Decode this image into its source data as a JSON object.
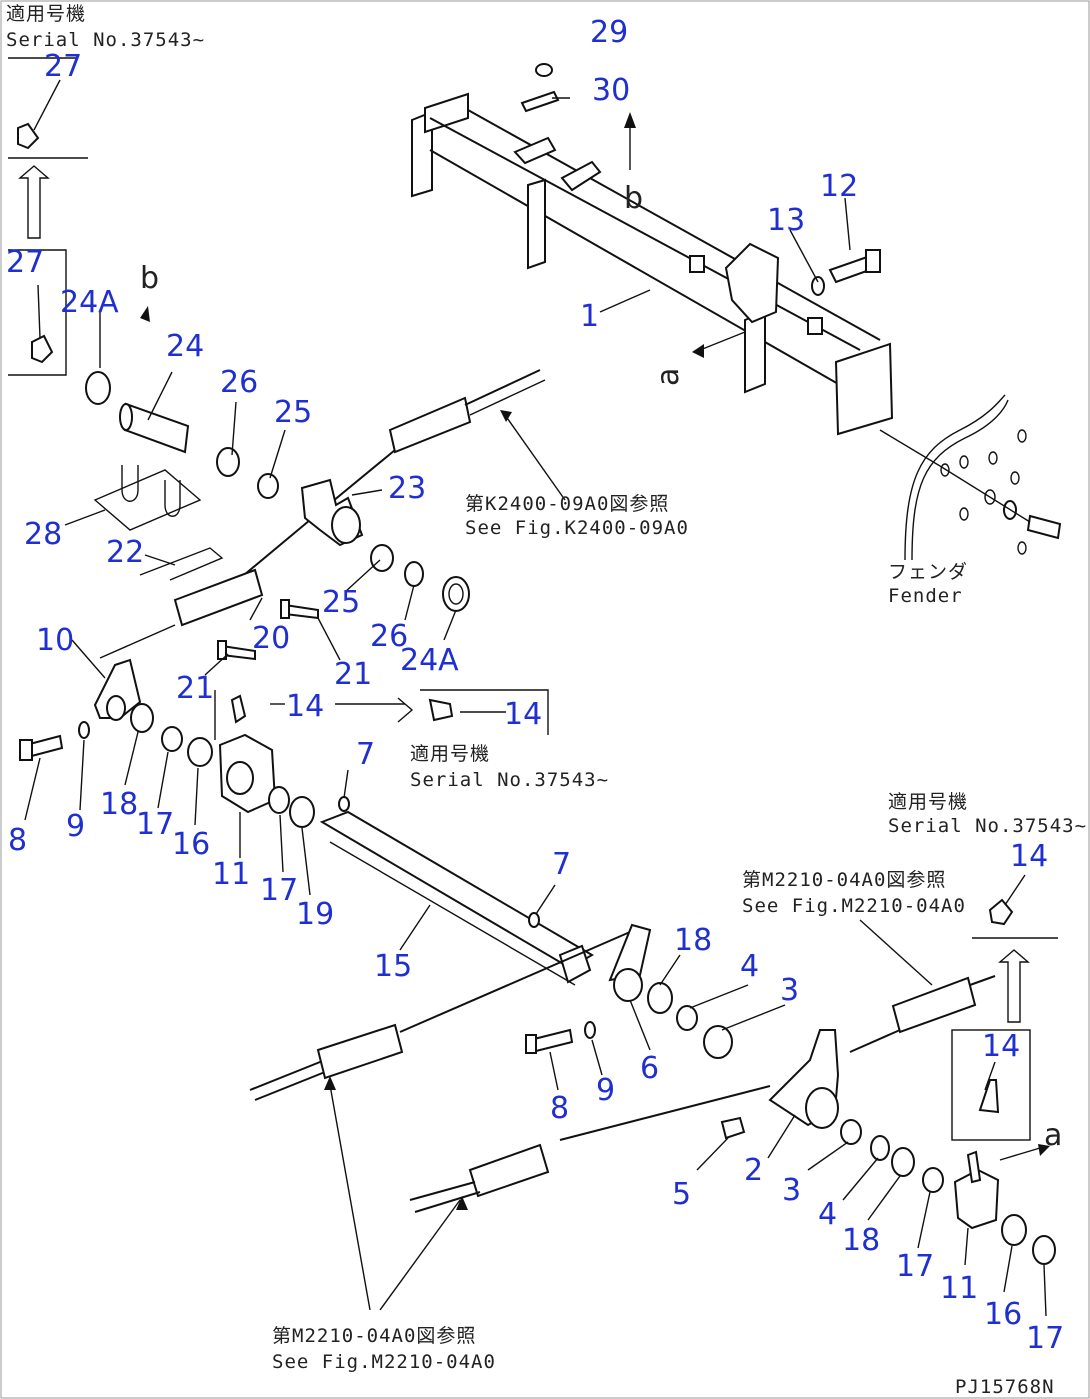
{
  "notes": {
    "serial_top_left_jp": "適用号機",
    "serial_top_left_en": "Serial No.37543~",
    "serial_mid_jp": "適用号機",
    "serial_mid_en": "Serial No.37543~",
    "serial_right_jp": "適用号機",
    "serial_right_en": "Serial No.37543~",
    "fig_k2400_jp": "第K2400-09A0図参照",
    "fig_k2400_en": "See Fig.K2400-09A0",
    "fig_m2210_right_jp": "第M2210-04A0図参照",
    "fig_m2210_right_en": "See Fig.M2210-04A0",
    "fig_m2210_bottom_jp": "第M2210-04A0図参照",
    "fig_m2210_bottom_en": "See Fig.M2210-04A0",
    "fender_jp": "フェンダ",
    "fender_en": "Fender",
    "drawing_code": "PJ15768N"
  },
  "view_letters": {
    "a": "a",
    "b": "b"
  },
  "callouts": {
    "c1": "1",
    "c2": "2",
    "c3a": "3",
    "c3b": "3",
    "c4a": "4",
    "c4b": "4",
    "c5": "5",
    "c6": "6",
    "c7a": "7",
    "c7b": "7",
    "c8a": "8",
    "c8b": "8",
    "c9a": "9",
    "c9b": "9",
    "c10": "10",
    "c11a": "11",
    "c11b": "11",
    "c12": "12",
    "c13": "13",
    "c14a": "14",
    "c14b": "14",
    "c14c": "14",
    "c14d": "14",
    "c15": "15",
    "c16a": "16",
    "c16b": "16",
    "c17a": "17",
    "c17b": "17",
    "c17c": "17",
    "c17d": "17",
    "c18a": "18",
    "c18b": "18",
    "c18c": "18",
    "c19": "19",
    "c20": "20",
    "c21a": "21",
    "c21b": "21",
    "c22": "22",
    "c23": "23",
    "c24": "24",
    "c24aa": "24A",
    "c24ab": "24A",
    "c25a": "25",
    "c25b": "25",
    "c26a": "26",
    "c26b": "26",
    "c27a": "27",
    "c27b": "27",
    "c28": "28",
    "c29": "29",
    "c30": "30"
  }
}
